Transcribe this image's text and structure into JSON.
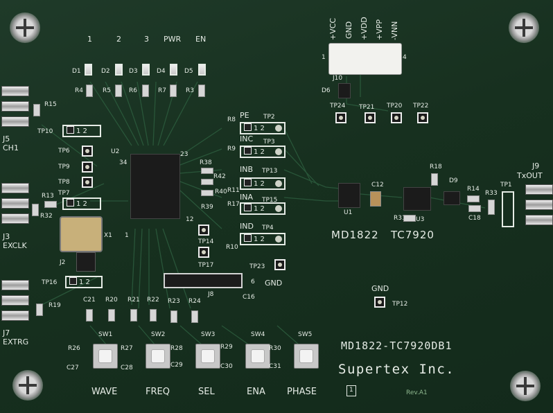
{
  "board": {
    "part_number": "MD1822-TC7920DB1",
    "company": "Supertex  Inc.",
    "revision": "Rev.A1",
    "page_number": "1"
  },
  "connectors": {
    "j5": "J5",
    "j5_sig": "CH1",
    "j3": "J3",
    "j3_sig": "EXCLK",
    "j7": "J7",
    "j7_sig": "EXTRG",
    "j9": "J9",
    "j9_sig": "TxOUT",
    "j10": "J10",
    "j2": "J2",
    "j8": "J8",
    "j10_pins": [
      "+VCC",
      "GND",
      "+VDD",
      "+VPP",
      "-VNN"
    ],
    "j10_pin1": "1",
    "j10_pin4": "4",
    "j8_pin6": "6"
  },
  "leds": {
    "labels": [
      "1",
      "2",
      "3",
      "PWR",
      "EN"
    ],
    "refs": [
      "D1",
      "D2",
      "D3",
      "D4",
      "D5"
    ],
    "resistors": [
      "R4",
      "R5",
      "R6",
      "R7",
      "R3"
    ]
  },
  "ics": {
    "u1": "U1",
    "u1_name": "MD1822",
    "u2": "U2",
    "u2_pin34": "34",
    "u2_pin23": "23",
    "u2_pin12": "12",
    "u2_pin1": "1",
    "u3": "U3",
    "u3_name": "TC7920",
    "x1": "X1"
  },
  "testpoints": {
    "tp1": "TP1",
    "tp2": "TP2",
    "tp3": "TP3",
    "tp4": "TP4",
    "tp6": "TP6",
    "tp7": "TP7",
    "tp8": "TP8",
    "tp9": "TP9",
    "tp10": "TP10",
    "tp12": "TP12",
    "tp13": "TP13",
    "tp14": "TP14",
    "tp15": "TP15",
    "tp16": "TP16",
    "tp17": "TP17",
    "tp20": "TP20",
    "tp21": "TP21",
    "tp22": "TP22",
    "tp23": "TP23",
    "tp24": "TP24"
  },
  "signals": {
    "pe": "PE",
    "inc": "INC",
    "inb": "INB",
    "ina": "INA",
    "ind": "IND",
    "gnd_a": "GND",
    "gnd_b": "GND",
    "jumper": "1  2"
  },
  "passives": {
    "r8": "R8",
    "r9": "R9",
    "r10": "R10",
    "r11": "R11",
    "r13": "R13",
    "r14": "R14",
    "r15": "R15",
    "r17": "R17",
    "r18": "R18",
    "r19": "R19",
    "r20": "R20",
    "r21": "R21",
    "r22": "R22",
    "r23": "R23",
    "r24": "R24",
    "r26": "R26",
    "r27": "R27",
    "r28": "R28",
    "r29": "R29",
    "r30": "R30",
    "r31": "R31",
    "r32": "R32",
    "r33": "R33",
    "r38": "R38",
    "r39": "R39",
    "r40": "R40",
    "r42": "R42",
    "c12": "C12",
    "c16": "C16",
    "c18": "C18",
    "c21": "C21",
    "c27": "C27",
    "c28": "C28",
    "c29": "C29",
    "c30": "C30",
    "c31": "C31",
    "d6": "D6",
    "d9": "D9"
  },
  "switches": {
    "refs": [
      "SW1",
      "SW2",
      "SW3",
      "SW4",
      "SW5"
    ],
    "labels": [
      "WAVE",
      "FREQ",
      "SEL",
      "ENA",
      "PHASE"
    ]
  },
  "colors": {
    "pcb": "#1b3525",
    "silkscreen": "#e6ece6",
    "pad": "#cfd3c8"
  }
}
